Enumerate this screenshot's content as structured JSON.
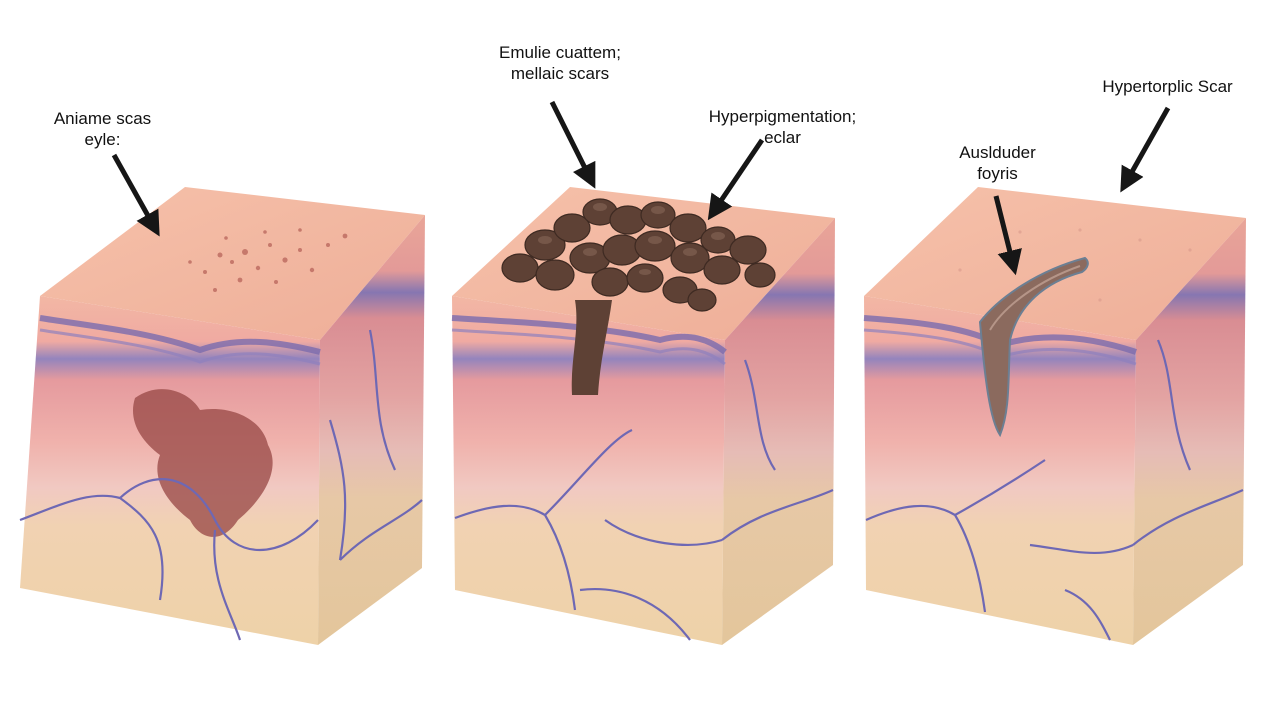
{
  "labels": {
    "atrophic": {
      "line1": "Aniame scas",
      "line2": "eyle:"
    },
    "keloid": {
      "line1": "Emulie cuattem;",
      "line2": "mellaic scars"
    },
    "hyperpigmentation": {
      "line1": "Hyperpigmentation;",
      "line2": "eclar"
    },
    "furrow": {
      "line1": "Auslduder",
      "line2": "foyris"
    },
    "hypertrophic": {
      "line1": "Hypertorplic Scar"
    }
  },
  "colors": {
    "skin_top": "#f3b9a2",
    "epidermis_band": "#8c7bb8",
    "dermis": "#e9a8a6",
    "subcutis": "#efd3a8",
    "vessel": "#6e68b4",
    "pigment": "#9a4a48",
    "keloid_mass": "#5e4135",
    "arrow": "#161616"
  },
  "icons": [
    "arrow-icon",
    "skin-block-icon",
    "vessel-icon"
  ]
}
